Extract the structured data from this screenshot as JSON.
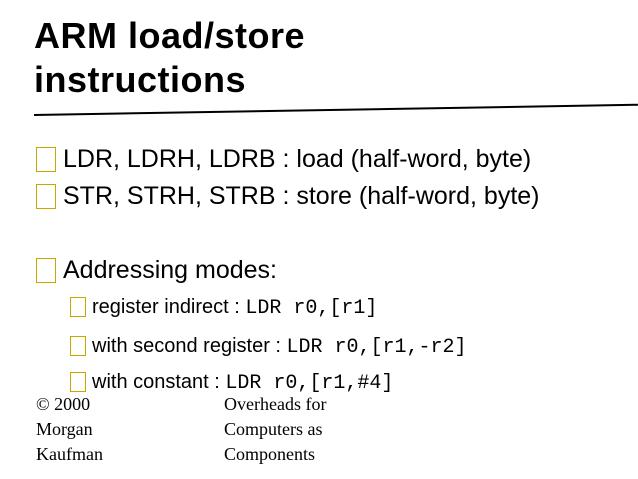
{
  "slide": {
    "title_line1": "ARM load/store",
    "title_line2": "instructions",
    "bullet_icon": "yellow-square-bullet-icon",
    "accent_color": "#c5a800",
    "bullets": [
      {
        "text": "LDR, LDRH, LDRB : load (half-word, byte)"
      },
      {
        "text": "STR, STRH, STRB : store (half-word, byte)"
      },
      {
        "text": "Addressing modes:"
      }
    ],
    "sub_bullets": [
      {
        "label": "register indirect : ",
        "code": "LDR r0,[r1]"
      },
      {
        "label": "with second register : ",
        "code": "LDR r0,[r1,-r2]"
      },
      {
        "label": "with constant : ",
        "code": "LDR r0,[r1,#4]"
      }
    ]
  },
  "footer": {
    "left": [
      "© 2000",
      "Morgan",
      "Kaufman"
    ],
    "right": [
      "Overheads for",
      "Computers as",
      "Components"
    ]
  }
}
